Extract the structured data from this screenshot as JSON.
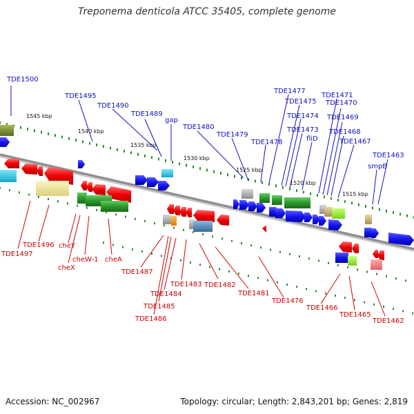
{
  "title": "Treponema denticola ATCC 35405, complete genome",
  "footer": {
    "accession": "Accession: NC_002967",
    "topology": "Topology: circular; Length: 2,843,201 bp; Genes: 2,819"
  },
  "colors": {
    "label_forward": "#1010c0",
    "label_reverse": "#cc0000",
    "backbone": "#8c8c8c",
    "tick": "#2a8a2a"
  },
  "scale_ticks": [
    "1545 kbp",
    "1540 kbp",
    "1535 kbp",
    "1530 kbp",
    "1525 kbp",
    "1520 kbp",
    "1515 kbp"
  ],
  "forward_labels": [
    "TDE1500",
    "TDE1495",
    "TDE1490",
    "TDE1489",
    "gap",
    "TDE1480",
    "TDE1479",
    "TDE1478",
    "TDE1477",
    "TDE1475",
    "TDE1474",
    "TDE1473",
    "fliD",
    "TDE1471",
    "TDE1470",
    "TDE1469",
    "TDE1468",
    "TDE1467",
    "TDE1463",
    "smpB"
  ],
  "reverse_labels": [
    "TDE1497",
    "TDE1496",
    "cheY",
    "cheX",
    "cheW-1",
    "cheA",
    "TDE1487",
    "TDE1486",
    "TDE1485",
    "TDE1484",
    "TDE1483",
    "TDE1482",
    "TDE1481",
    "TDE1476",
    "TDE1466",
    "TDE1465",
    "TDE1462"
  ]
}
